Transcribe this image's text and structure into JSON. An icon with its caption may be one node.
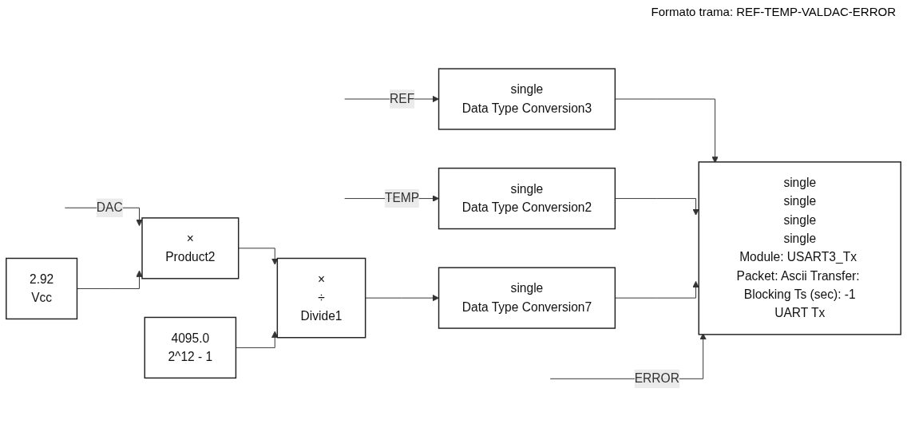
{
  "diagram": {
    "nodes": [
      {
        "text": [
          "single",
          "Data Type Conversion3"
        ]
      },
      {
        "text": [
          "single",
          "Data Type Conversion2"
        ]
      },
      {
        "text": [
          "single",
          "Data Type Conversion7"
        ]
      },
      {
        "text": [
          "single",
          "single",
          "single",
          "single",
          "Module: USART3_Tx Packet: Ascii Transfer: Blocking Ts (sec): -1",
          "UART Tx"
        ]
      },
      {
        "text": [
          "×",
          "Product2"
        ]
      },
      {
        "text": [
          "×",
          "÷",
          "Divide1"
        ]
      },
      {
        "text": [
          "2.92",
          "Vcc"
        ]
      },
      {
        "text": [
          "4095.0",
          "2^12 -  1"
        ]
      }
    ],
    "edges": [
      {
        "from": null,
        "to": 0,
        "label": "REF",
        "arrow": "to"
      },
      {
        "from": 0,
        "to": 3,
        "arrow": "to"
      },
      {
        "from": null,
        "to": 1,
        "label": "TEMP",
        "arrow": "to"
      },
      {
        "from": 1,
        "to": 3,
        "arrow": "to"
      },
      {
        "from": null,
        "to": 4,
        "label": "DAC",
        "arrow": "to"
      },
      {
        "from": 6,
        "to": 4,
        "arrow": "to"
      },
      {
        "from": 4,
        "to": 5,
        "arrow": "to"
      },
      {
        "from": 7,
        "to": 5,
        "arrow": "to"
      },
      {
        "from": 5,
        "to": 2,
        "arrow": "to"
      },
      {
        "from": 2,
        "to": 3,
        "arrow": "to"
      },
      {
        "from": null,
        "to": 3,
        "label": "ERROR",
        "arrow": "to"
      }
    ],
    "labels": [
      "Formato trama: REF-TEMP-VALDAC-ERROR"
    ]
  }
}
